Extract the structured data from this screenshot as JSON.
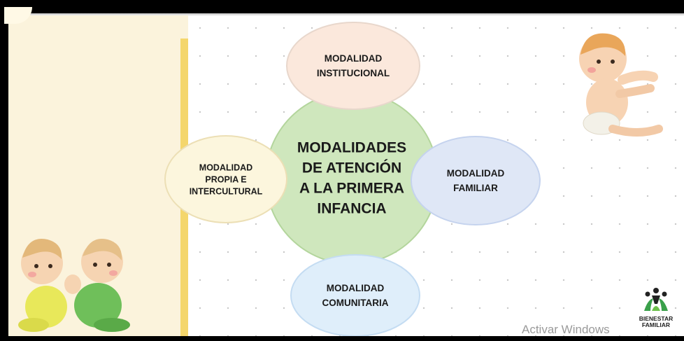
{
  "diagram": {
    "center": {
      "lines": [
        "MODALIDADES",
        "DE ATENCIÓN",
        "A LA PRIMERA",
        "INFANCIA"
      ],
      "fill": "#cfe7bd",
      "stroke": "#b3d59c"
    },
    "nodes": [
      {
        "id": "institucional",
        "lines": [
          "MODALIDAD",
          "INSTITUCIONAL"
        ],
        "fill": "#fbe8dc",
        "stroke": "#e8d7cc"
      },
      {
        "id": "familiar",
        "lines": [
          "MODALIDAD",
          "FAMILIAR"
        ],
        "fill": "#dfe7f6",
        "stroke": "#c5d3ee"
      },
      {
        "id": "comunitaria",
        "lines": [
          "MODALIDAD",
          "COMUNITARIA"
        ],
        "fill": "#dfeefa",
        "stroke": "#c4dcf2"
      },
      {
        "id": "propia",
        "lines": [
          "MODALIDAD",
          "PROPIA E",
          "INTERCULTURAL"
        ],
        "fill": "#fcf6dd",
        "stroke": "#ecdfb5"
      }
    ]
  },
  "logo": {
    "line1": "BIENESTAR",
    "line2": "FAMILIAR",
    "icon": "family-people-icon"
  },
  "watermark": "Activar Windows",
  "illustrations": {
    "baby_sitting": "baby-sitting-illustration",
    "twins": "twin-babies-illustration"
  }
}
